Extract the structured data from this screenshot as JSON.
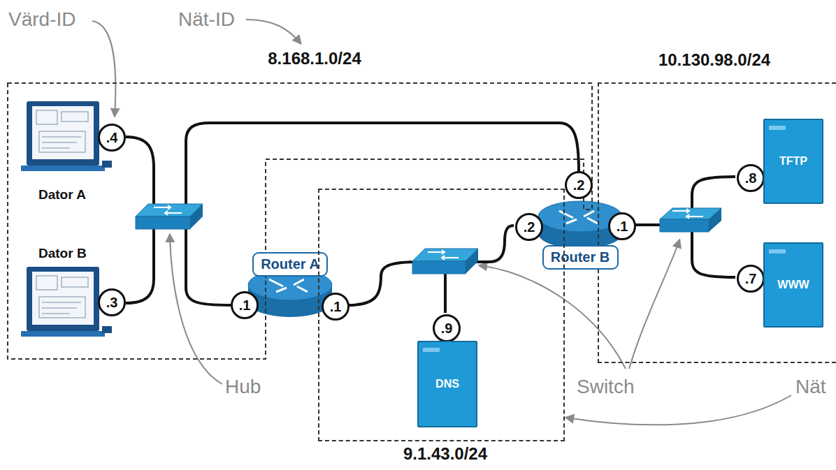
{
  "diagram": {
    "nodes": [
      {
        "text": [
          "8.168.1.0/24"
        ]
      },
      {
        "text": [
          ".4"
        ],
        "in": 0
      },
      {
        "text": [
          ".3"
        ],
        "in": 0
      },
      {
        "text": [
          ".1"
        ],
        "in": 0
      },
      {
        "text": [
          "10.130.98.0/24"
        ]
      },
      {
        "text": [
          ".8"
        ],
        "in": 4
      },
      {
        "text": [
          "TFTP"
        ],
        "in": 4
      },
      {
        "text": [
          ".7"
        ],
        "in": 4
      },
      {
        "text": [
          "WWW"
        ],
        "in": 4
      },
      {
        "text": [
          ".1"
        ],
        "in": 4
      },
      {
        "text": [
          ".2"
        ]
      },
      {
        "text": [
          "Router A"
        ]
      },
      {
        "text": [
          "Router B"
        ]
      },
      {
        "text": [
          "9.1.43.0/24"
        ]
      },
      {
        "text": [
          ".1"
        ],
        "in": 13
      },
      {
        "text": [
          ".2"
        ],
        "in": 13
      },
      {
        "text": [
          ".9"
        ],
        "in": 13
      },
      {
        "text": [
          "DNS"
        ],
        "in": 13
      }
    ],
    "labels": [
      "Värd-ID",
      "Nät-ID",
      "Dator A",
      "Dator B",
      "Hub",
      "Switch",
      "Nät"
    ]
  }
}
